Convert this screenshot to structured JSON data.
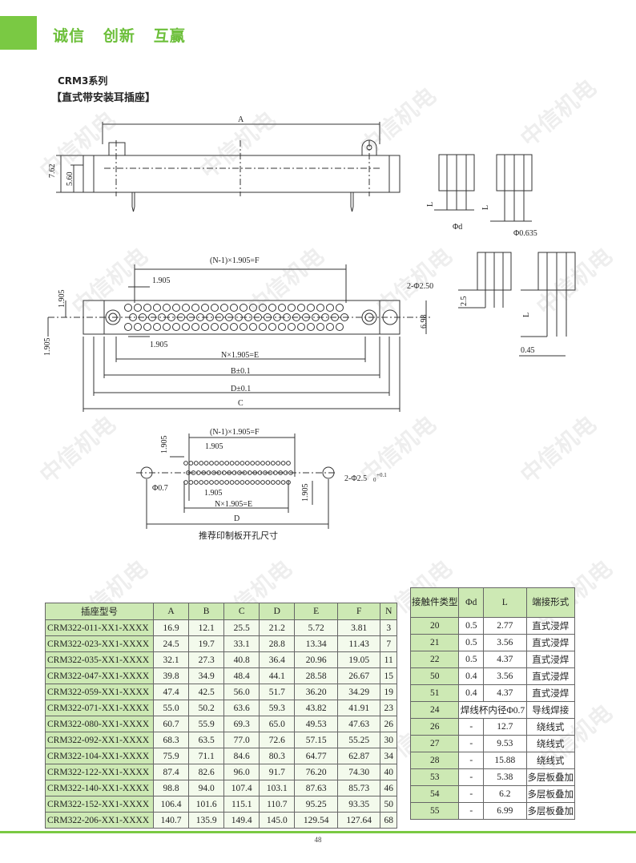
{
  "header": {
    "slogan": "诚信   创新   互赢",
    "series": "CRM3系列",
    "subtitle": "【直式带安装耳插座】",
    "accent": "#7ac943"
  },
  "watermark": "中信机电",
  "drawing_labels": {
    "A": "A",
    "d762": "7.62",
    "d560": "5.60",
    "L": "L",
    "phid": "Φd",
    "phi0635": "Φ0.635",
    "n1": "(N-1)×1.905=F",
    "d1905": "1.905",
    "phi250": "2-Φ2.50",
    "d698": "6.98",
    "nxe": "N×1.905=E",
    "bpm": "B±0.1",
    "dpm": "D±0.1",
    "C": "C",
    "d25": "2.5",
    "d045": "0.45",
    "phi07": "Φ0.7",
    "phi25": "2-Φ2.5",
    "D": "D",
    "pcb_caption": "推荐印制板开孔尺寸"
  },
  "table1": {
    "headers": [
      "插座型号",
      "A",
      "B",
      "C",
      "D",
      "E",
      "F",
      "N"
    ],
    "rows": [
      [
        "CRM322-011-XX1-XXXX",
        "16.9",
        "12.1",
        "25.5",
        "21.2",
        "5.72",
        "3.81",
        "3"
      ],
      [
        "CRM322-023-XX1-XXXX",
        "24.5",
        "19.7",
        "33.1",
        "28.8",
        "13.34",
        "11.43",
        "7"
      ],
      [
        "CRM322-035-XX1-XXXX",
        "32.1",
        "27.3",
        "40.8",
        "36.4",
        "20.96",
        "19.05",
        "11"
      ],
      [
        "CRM322-047-XX1-XXXX",
        "39.8",
        "34.9",
        "48.4",
        "44.1",
        "28.58",
        "26.67",
        "15"
      ],
      [
        "CRM322-059-XX1-XXXX",
        "47.4",
        "42.5",
        "56.0",
        "51.7",
        "36.20",
        "34.29",
        "19"
      ],
      [
        "CRM322-071-XX1-XXXX",
        "55.0",
        "50.2",
        "63.6",
        "59.3",
        "43.82",
        "41.91",
        "23"
      ],
      [
        "CRM322-080-XX1-XXXX",
        "60.7",
        "55.9",
        "69.3",
        "65.0",
        "49.53",
        "47.63",
        "26"
      ],
      [
        "CRM322-092-XX1-XXXX",
        "68.3",
        "63.5",
        "77.0",
        "72.6",
        "57.15",
        "55.25",
        "30"
      ],
      [
        "CRM322-104-XX1-XXXX",
        "75.9",
        "71.1",
        "84.6",
        "80.3",
        "64.77",
        "62.87",
        "34"
      ],
      [
        "CRM322-122-XX1-XXXX",
        "87.4",
        "82.6",
        "96.0",
        "91.7",
        "76.20",
        "74.30",
        "40"
      ],
      [
        "CRM322-140-XX1-XXXX",
        "98.8",
        "94.0",
        "107.4",
        "103.1",
        "87.63",
        "85.73",
        "46"
      ],
      [
        "CRM322-152-XX1-XXXX",
        "106.4",
        "101.6",
        "115.1",
        "110.7",
        "95.25",
        "93.35",
        "50"
      ],
      [
        "CRM322-206-XX1-XXXX",
        "140.7",
        "135.9",
        "149.4",
        "145.0",
        "129.54",
        "127.64",
        "68"
      ]
    ]
  },
  "table2": {
    "headers": [
      "接触件类型",
      "Φd",
      "L",
      "端接形式"
    ],
    "rows": [
      [
        "20",
        "0.5",
        "2.77",
        "直式浸焊"
      ],
      [
        "21",
        "0.5",
        "3.56",
        "直式浸焊"
      ],
      [
        "22",
        "0.5",
        "4.37",
        "直式浸焊"
      ],
      [
        "50",
        "0.4",
        "3.56",
        "直式浸焊"
      ],
      [
        "51",
        "0.4",
        "4.37",
        "直式浸焊"
      ],
      [
        "24",
        "焊线杯内径Φ0.7",
        "",
        "导线焊接"
      ],
      [
        "26",
        "-",
        "12.7",
        "绕线式"
      ],
      [
        "27",
        "-",
        "9.53",
        "绕线式"
      ],
      [
        "28",
        "-",
        "15.88",
        "绕线式"
      ],
      [
        "53",
        "-",
        "5.38",
        "多层板叠加"
      ],
      [
        "54",
        "-",
        "6.2",
        "多层板叠加"
      ],
      [
        "55",
        "-",
        "6.99",
        "多层板叠加"
      ]
    ]
  },
  "footer": {
    "page_number": "48"
  }
}
